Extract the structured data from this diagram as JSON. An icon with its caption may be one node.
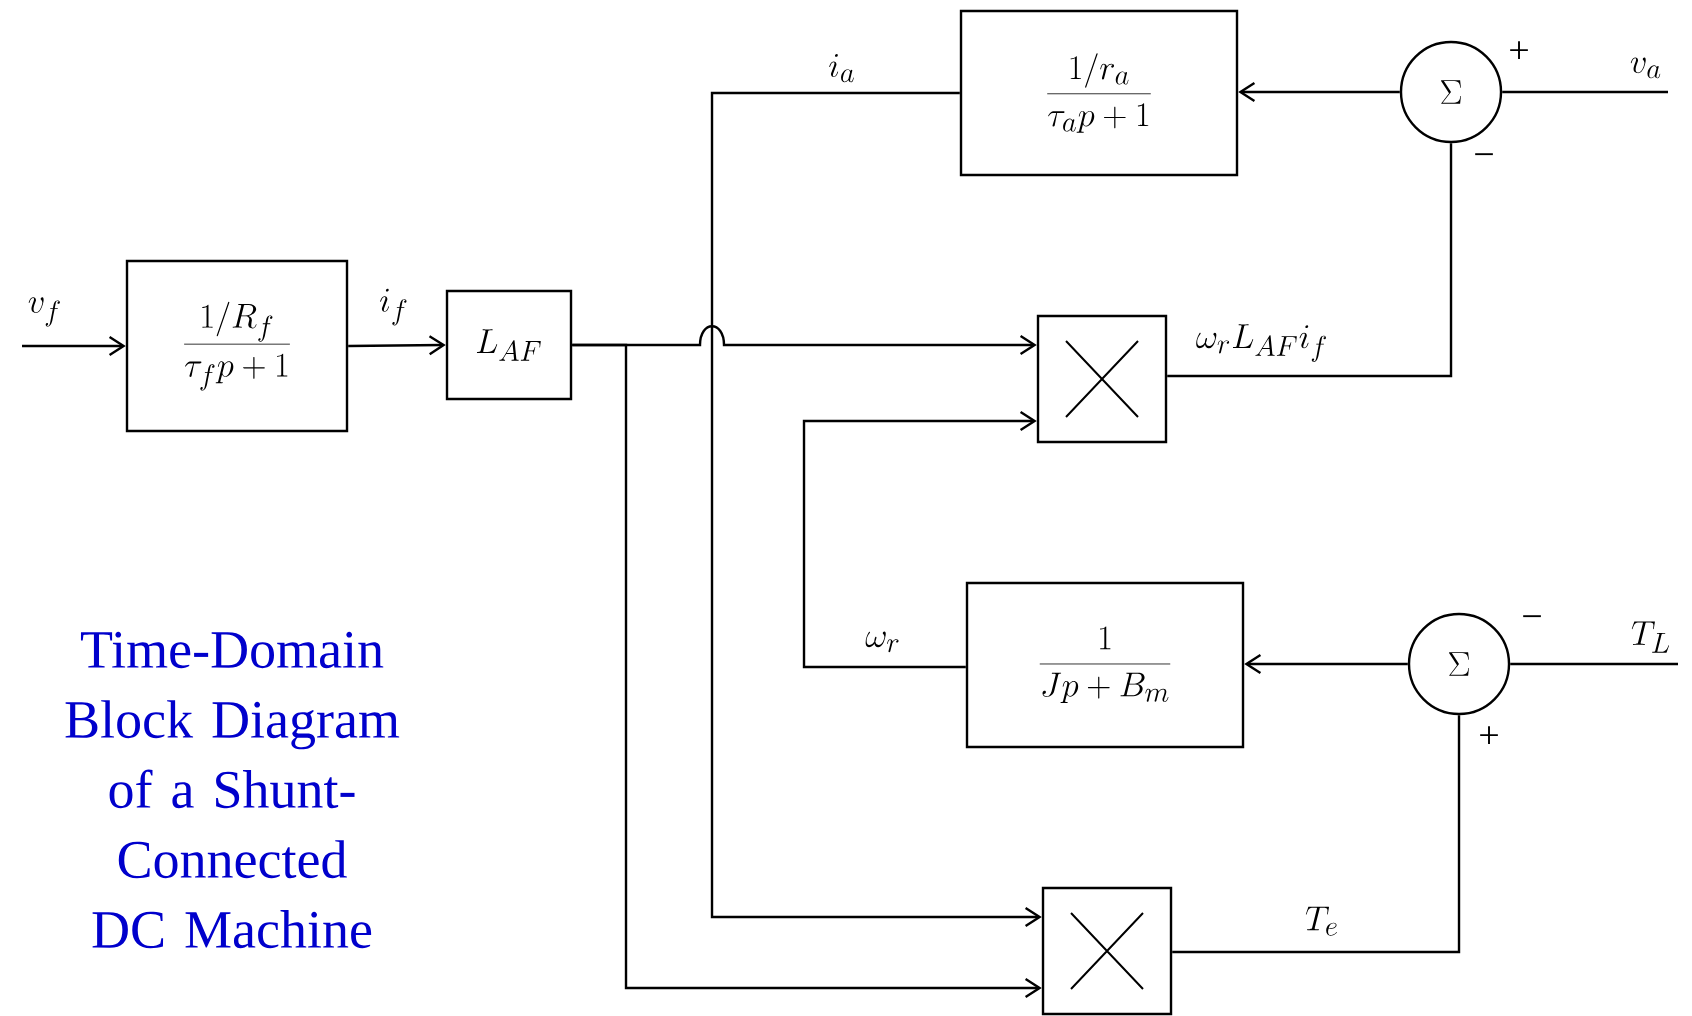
{
  "diagram": {
    "title": "Time-Domain Block Diagram of a Shunt-Connected DC Machine",
    "nodes": [
      {
        "text": [
          "\\frac{1/R_f}{\\tau_f p+1}"
        ]
      },
      {
        "text": [
          "L_{AF}"
        ]
      },
      {
        "text": [
          "\\frac{1/r_a}{\\tau_a p + 1}"
        ]
      },
      {
        "text": [
          "\\Sigma"
        ],
        "beside": [
          "+",
          "−"
        ]
      },
      {
        "text": [],
        "shape": "box"
      },
      {
        "text": [
          "\\frac{1}{Jp+ B_m}"
        ]
      },
      {
        "text": [
          "\\Sigma"
        ],
        "beside": [
          "−",
          "+"
        ]
      },
      {
        "text": [],
        "shape": "box"
      }
    ],
    "edges": [
      {
        "from": null,
        "to": 0,
        "arrow": "to",
        "label": "v_f"
      },
      {
        "from": 0,
        "to": 1,
        "arrow": "to",
        "label": "i_f"
      },
      {
        "from": 1,
        "to": 4,
        "arrow": "to"
      },
      {
        "from": 1,
        "to": 7,
        "arrow": "to"
      },
      {
        "from": 2,
        "to": 7,
        "arrow": "to",
        "label": "i_a"
      },
      {
        "from": 3,
        "to": 2,
        "arrow": "to"
      },
      {
        "from": null,
        "to": 3,
        "arrow": "none",
        "label": "v_a"
      },
      {
        "from": 4,
        "to": 3,
        "arrow": "none",
        "label": "\\omega_r L_{AF} i_f"
      },
      {
        "from": 5,
        "to": 4,
        "arrow": "to",
        "label": "\\omega_r"
      },
      {
        "from": 6,
        "to": 5,
        "arrow": "to"
      },
      {
        "from": null,
        "to": 6,
        "arrow": "none",
        "label": "T_L"
      },
      {
        "from": 7,
        "to": 6,
        "arrow": "none",
        "label": "T_e"
      }
    ]
  }
}
